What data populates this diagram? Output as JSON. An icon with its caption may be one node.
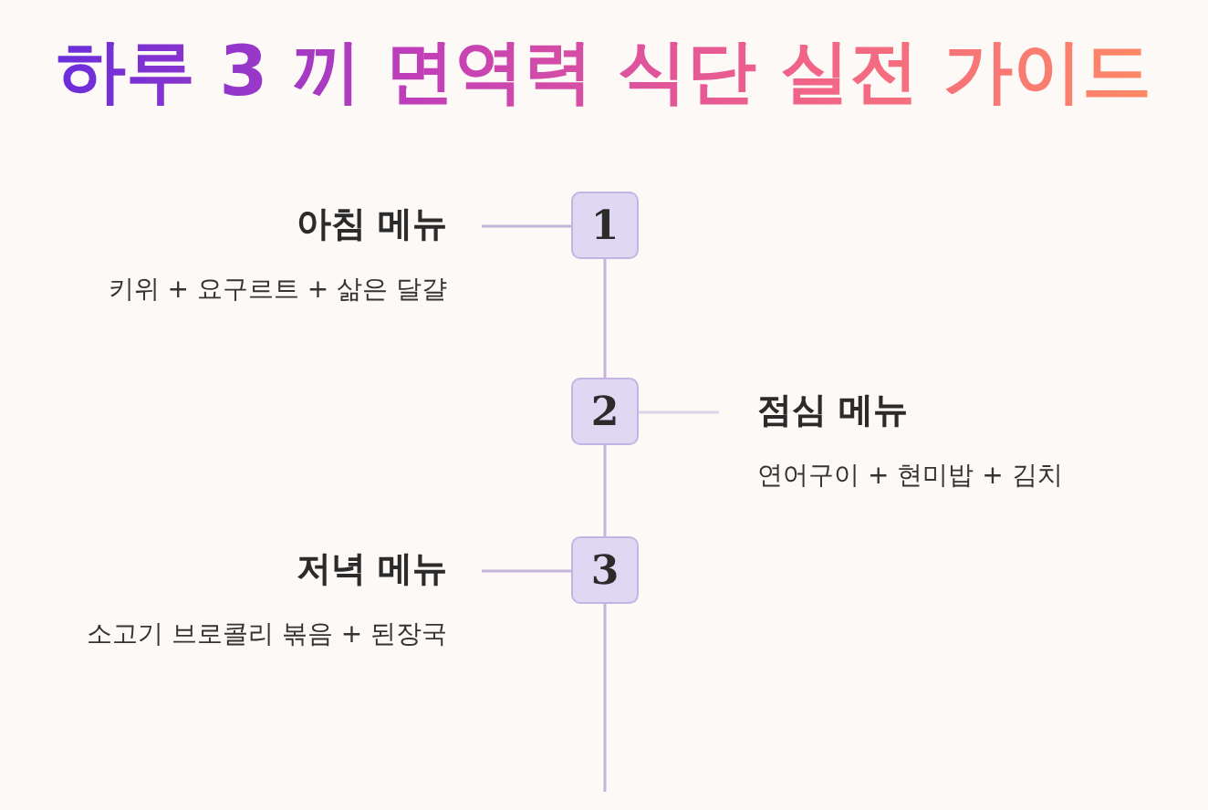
{
  "diagram": {
    "title": "하루 3 끼 면역력 식단 실전 가이드",
    "nodes": [
      {
        "text": [
          "1"
        ]
      },
      {
        "text": [
          "아침 메뉴",
          "키위 + 요구르트 + 삶은 달걀"
        ]
      },
      {
        "text": [
          "2"
        ]
      },
      {
        "text": [
          "점심 메뉴",
          "연어구이 + 현미밥 + 김치"
        ]
      },
      {
        "text": [
          "3"
        ]
      },
      {
        "text": [
          "저녁 메뉴",
          "소고기 브로콜리 볶음 + 된장국"
        ]
      }
    ],
    "edges": [
      {
        "from": 1,
        "to": 0,
        "arrow": "none"
      },
      {
        "from": 0,
        "to": 2,
        "arrow": "none"
      },
      {
        "from": 2,
        "to": 3,
        "arrow": "none",
        "color": "#ddd3e8"
      },
      {
        "from": 2,
        "to": 4,
        "arrow": "none"
      },
      {
        "from": 5,
        "to": 4,
        "arrow": "none"
      },
      {
        "from": 4,
        "to": null,
        "arrow": "none"
      }
    ]
  }
}
